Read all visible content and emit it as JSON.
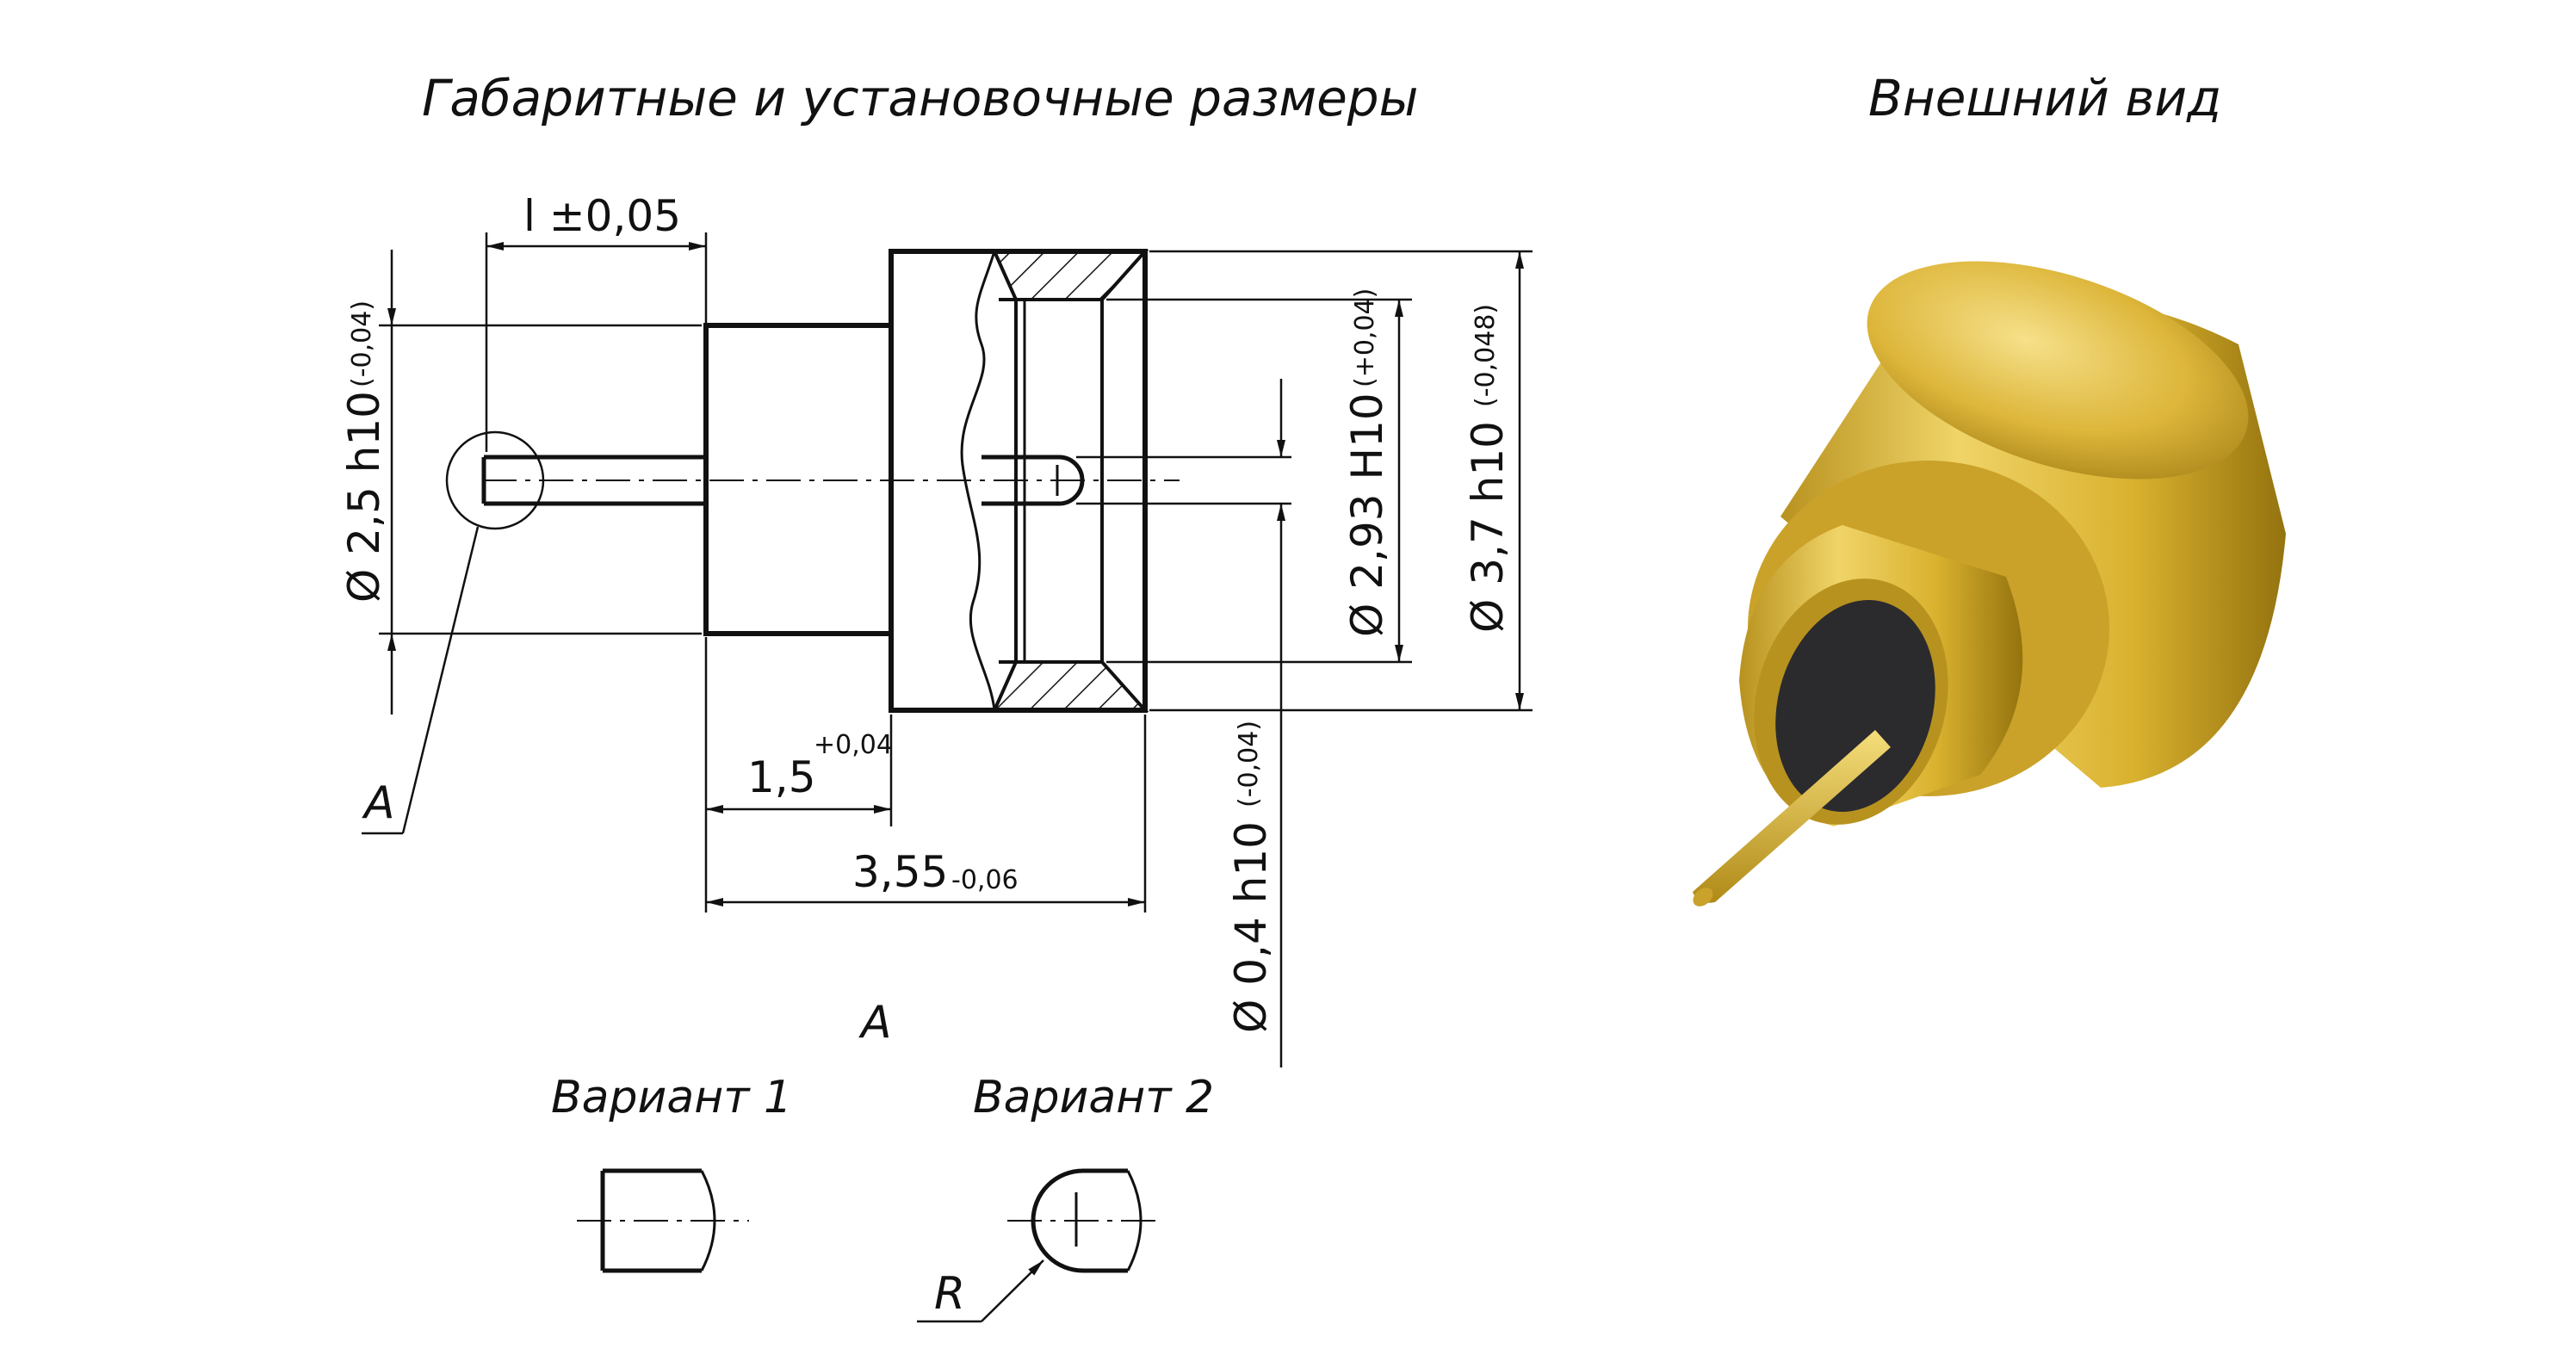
{
  "headings": {
    "drawing": "Габаритные и установочные размеры",
    "photo": "Внешний вид"
  },
  "dimensions": {
    "d25": {
      "label": "Ø 2,5 h10",
      "tol": "(-0,04)"
    },
    "l": {
      "label": "l ±0,05"
    },
    "d37": {
      "label": "Ø 3,7 h10",
      "tol": "(-0,048)"
    },
    "d293": {
      "label": "Ø 2,93 H10",
      "tol": "(+0,04)"
    },
    "d04": {
      "label": "Ø 0,4 h10",
      "tol": "(-0,04)"
    },
    "len15": {
      "label": "1,5",
      "tol": "+0,04"
    },
    "len355": {
      "label": "3,55",
      "tol": "-0,06"
    }
  },
  "detail": {
    "callout": "A",
    "view_label": "A",
    "variant1": "Вариант 1",
    "variant2": "Вариант 2",
    "radius": "R"
  },
  "colors": {
    "line": "#111111",
    "gold_light": "#f2d66a",
    "gold_mid": "#d9b12e",
    "gold_dark": "#8a6a10",
    "insulator": "#2b2b2e"
  }
}
